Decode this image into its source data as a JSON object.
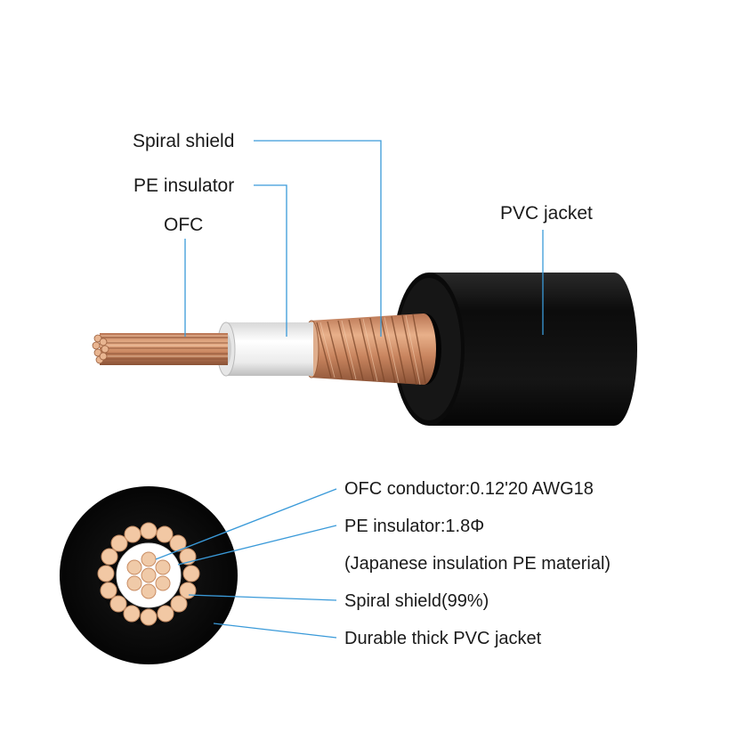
{
  "top_labels": {
    "spiral_shield": "Spiral shield",
    "pe_insulator": "PE insulator",
    "ofc": "OFC",
    "pvc_jacket": "PVC jacket"
  },
  "bottom_labels": {
    "ofc_conductor": "OFC conductor:0.12'20 AWG18",
    "pe_insulator": "PE insulator:1.8Φ",
    "pe_material": "(Japanese insulation PE material)",
    "spiral_shield": "Spiral shield(99%)",
    "pvc_jacket": "Durable thick PVC jacket"
  },
  "colors": {
    "leader_line": "#3a9ad9",
    "jacket": "#111111",
    "copper": "#c9855f",
    "copper_light": "#f0c9a8",
    "insulator": "#f4f4f4"
  }
}
